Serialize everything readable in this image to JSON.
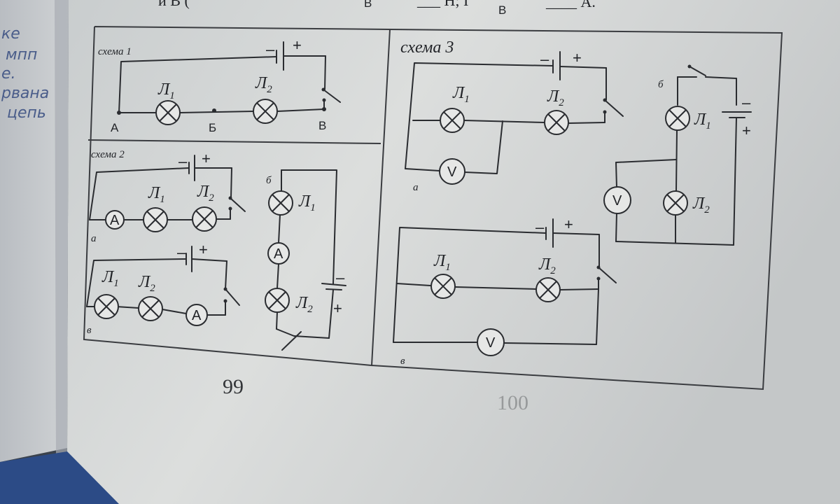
{
  "top_strip": {
    "fragment_1": "и В (",
    "fragment_2": "В",
    "fragment_3": "___ Н; I",
    "fragment_4": "В",
    "fragment_5": "____ А."
  },
  "left_page_notes": [
    "ке",
    "мпп",
    "е.",
    "рвана",
    "цепь"
  ],
  "page_number": "99",
  "page_number_ghost": "100",
  "labels": {
    "sub": "1",
    "sub2": "2",
    "lamp": "Л",
    "ammeter": "A",
    "voltmeter": "V",
    "plus": "+",
    "minus": "–"
  },
  "scheme1": {
    "title": "схема 1",
    "points": [
      "А",
      "Б",
      "В"
    ]
  },
  "scheme2": {
    "title": "схема 2",
    "sub_a": "а",
    "sub_b": "б",
    "sub_v": "в"
  },
  "scheme3": {
    "title": "схема 3",
    "sub_a": "а",
    "sub_b": "б",
    "sub_v": "в"
  },
  "colors": {
    "page": "#d9dcdc",
    "ink": "#2a2c30",
    "ink_pen": "#4a5d8a",
    "background": "#3f4650"
  }
}
